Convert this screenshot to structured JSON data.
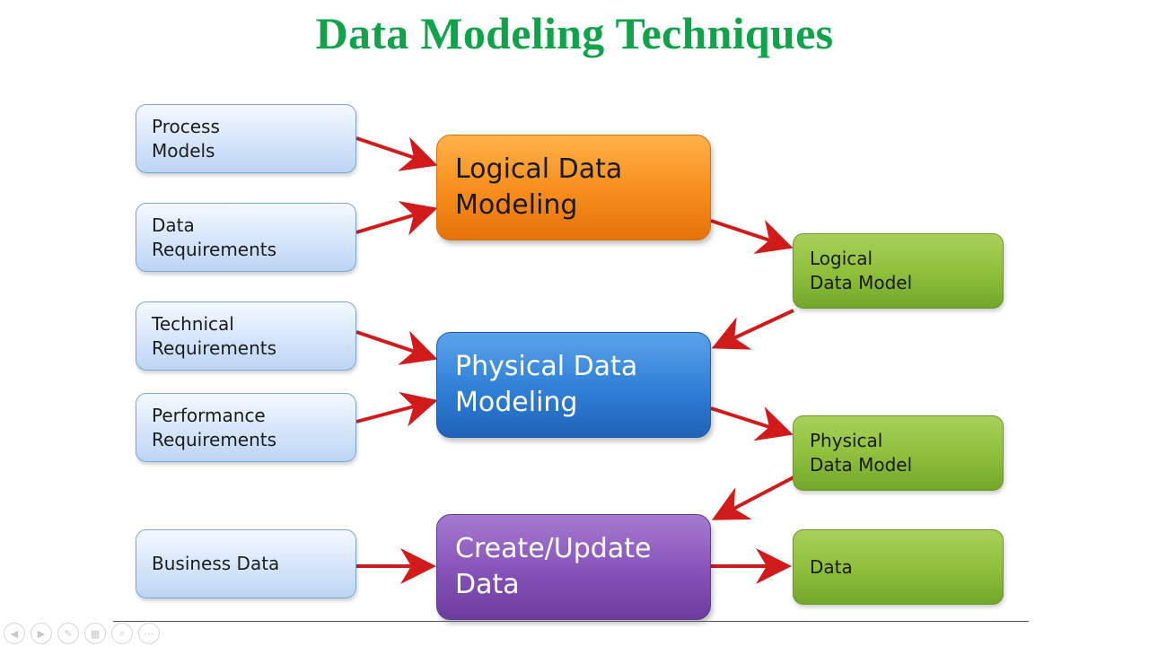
{
  "title": "Data Modeling Techniques",
  "inputs": {
    "process_models": "Process\nModels",
    "data_requirements": "Data\nRequirements",
    "technical_requirements": "Technical\nRequirements",
    "performance_requirements": "Performance\nRequirements",
    "business_data": "Business Data"
  },
  "processes": {
    "logical": "Logical Data\nModeling",
    "physical": "Physical Data\nModeling",
    "create_update": "Create/Update\nData"
  },
  "outputs": {
    "logical_model": "Logical\nData Model",
    "physical_model": "Physical\nData Model",
    "data": "Data"
  },
  "colors": {
    "title": "#11a34a",
    "arrow": "#d11a1a",
    "logical": "#f7901e",
    "physical": "#2f7fd6",
    "create_update": "#8552b8",
    "output": "#8dbf3b",
    "input": "#dbe9fb"
  },
  "nav_icons": [
    "prev-icon",
    "next-icon",
    "pen-icon",
    "slides-icon",
    "zoom-icon",
    "more-icon"
  ]
}
